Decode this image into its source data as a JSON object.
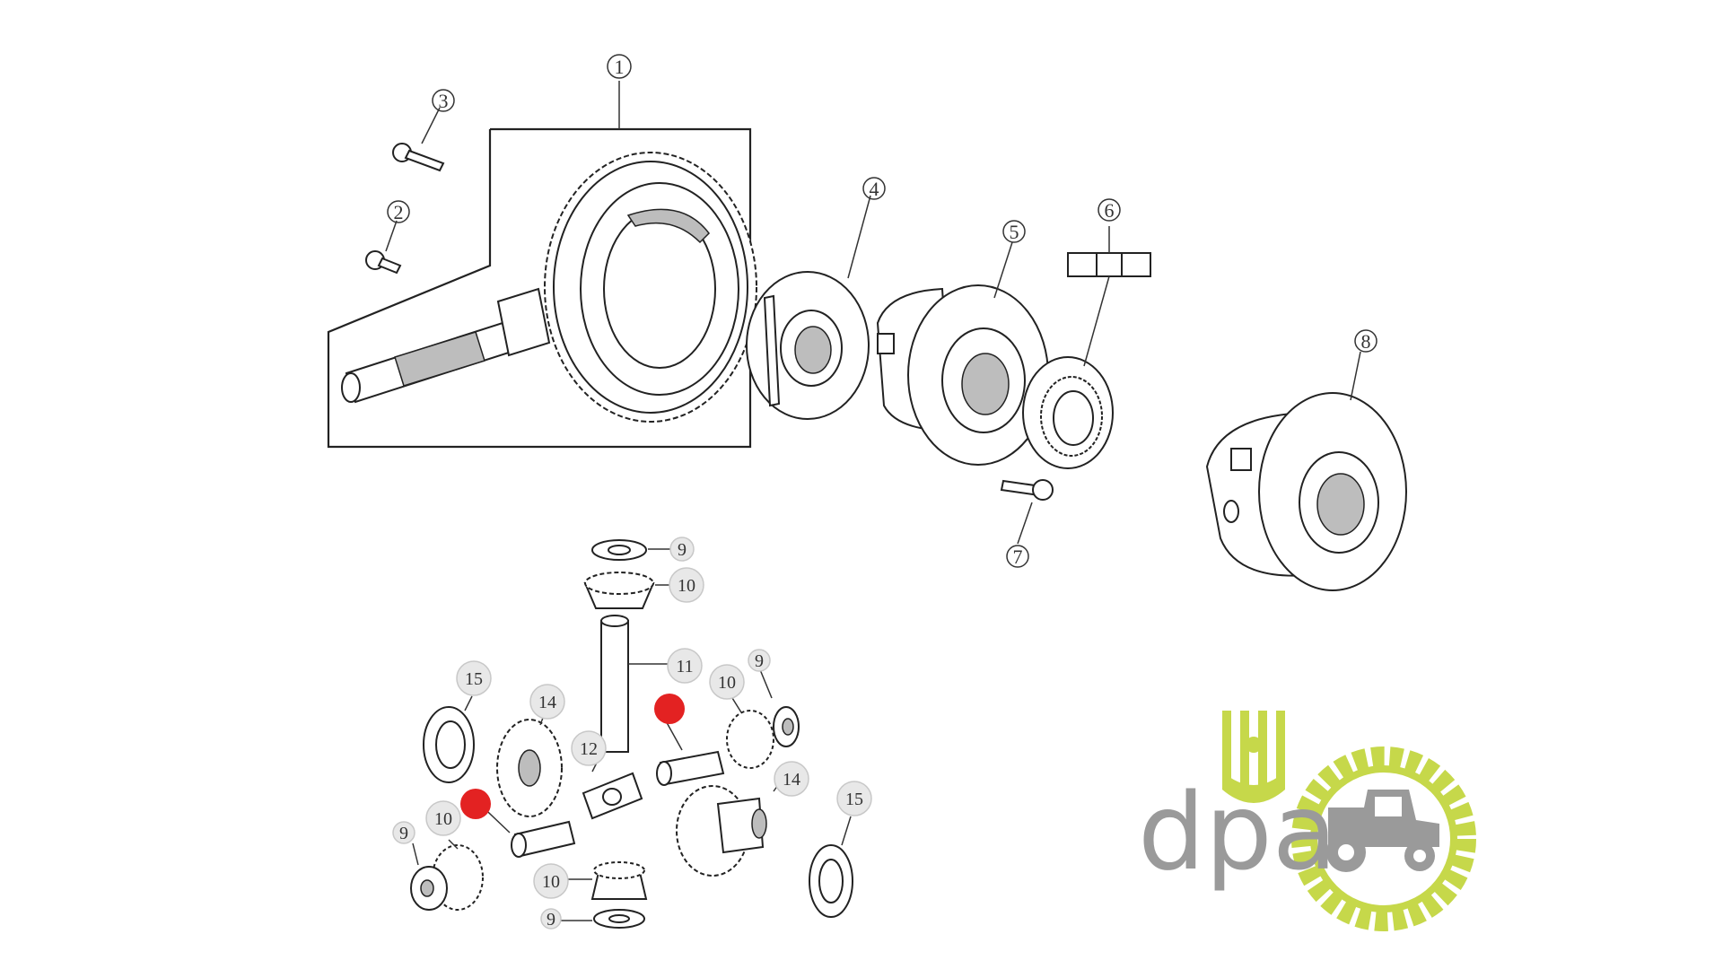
{
  "callouts": {
    "c1": "1",
    "c2": "2",
    "c3": "3",
    "c4": "4",
    "c5": "5",
    "c6": "6",
    "c7": "7",
    "c8": "8",
    "c9a": "9",
    "c10a": "10",
    "c11": "11",
    "c9b": "9",
    "c10b": "10",
    "c15a": "15",
    "c14a": "14",
    "c12": "12",
    "c14b": "14",
    "c15b": "15",
    "c9c": "9",
    "c10c": "10",
    "c10d": "10",
    "c9d": "9"
  },
  "highlight_markers": {
    "color": "#e32222"
  },
  "logo": {
    "text": "dpa",
    "text_color": "#9a9a9a",
    "accent_color": "#c6d84a"
  }
}
